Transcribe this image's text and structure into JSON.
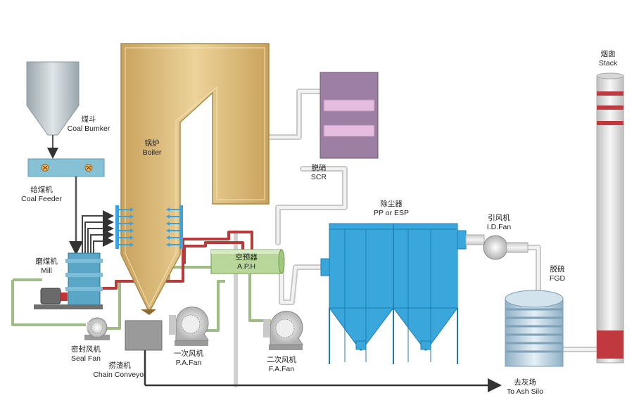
{
  "labels": {
    "coal_bunker": {
      "zh": "煤斗",
      "en": "Coal Bumker"
    },
    "coal_feeder": {
      "zh": "给煤机",
      "en": "Coal Feeder"
    },
    "mill": {
      "zh": "磨煤机",
      "en": "Mill"
    },
    "seal_fan": {
      "zh": "密封风机",
      "en": "Seal Fan"
    },
    "chain_conveyor": {
      "zh": "捞渣机",
      "en": "Chain Conveyor"
    },
    "pa_fan": {
      "zh": "一次风机",
      "en": "P.A.Fan"
    },
    "fa_fan": {
      "zh": "二次风机",
      "en": "F.A.Fan"
    },
    "boiler": {
      "zh": "锅炉",
      "en": "Boiler"
    },
    "aph": {
      "zh": "空预器",
      "en": "A.P.H"
    },
    "scr": {
      "zh": "脱硝",
      "en": "SCR"
    },
    "esp": {
      "zh": "除尘器",
      "en": "PP or ESP"
    },
    "id_fan": {
      "zh": "引风机",
      "en": "I.D.Fan"
    },
    "fgd": {
      "zh": "脱硫",
      "en": "FGD"
    },
    "stack": {
      "zh": "烟囱",
      "en": "Stack"
    },
    "ash_silo": {
      "zh": "去灰场",
      "en": "To Ash Silo"
    }
  },
  "colors": {
    "boiler_fill": "#d9b874",
    "boiler_border": "#a88a4a",
    "bunker": "#b8c2c8",
    "feeder": "#86c1d6",
    "mill": "#5aa6c6",
    "scr": "#9c7fa2",
    "scr_band": "#e6bde0",
    "esp": "#3aa7dc",
    "aph": "#b9d79a",
    "hot_air_duct": "#b83a3a",
    "cold_air_duct": "#9ebd85",
    "flue_duct": "#dcdcdc",
    "burner": "#3aa3df",
    "stack": "#e9e9e9",
    "stack_band": "#c0393f",
    "fgd": "#b9d3e4",
    "arrow": "#333333"
  }
}
